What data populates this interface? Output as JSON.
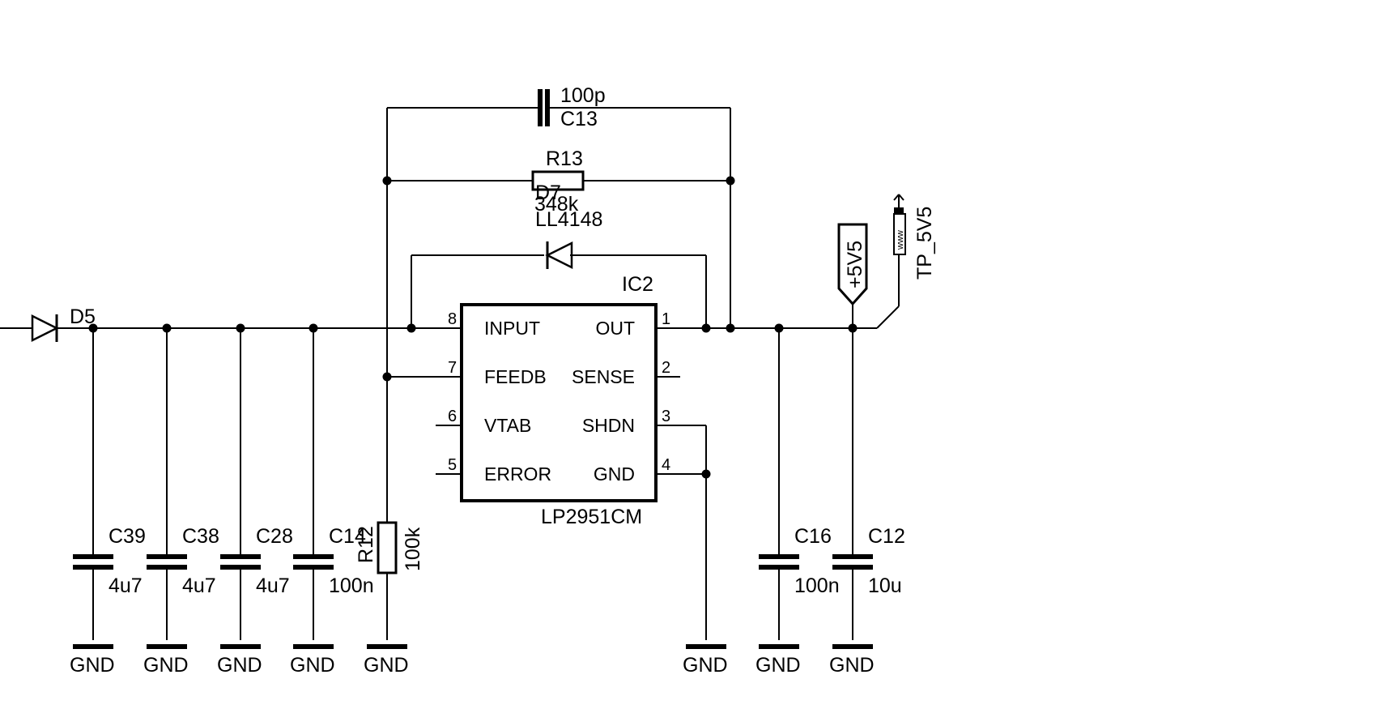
{
  "ic": {
    "ref": "IC2",
    "value": "LP2951CM",
    "pins": {
      "p8": {
        "num": "8",
        "name": "INPUT"
      },
      "p7": {
        "num": "7",
        "name": "FEEDB"
      },
      "p6": {
        "num": "6",
        "name": "VTAB"
      },
      "p5": {
        "num": "5",
        "name": "ERROR"
      },
      "p1": {
        "num": "1",
        "name": "OUT"
      },
      "p2": {
        "num": "2",
        "name": "SENSE"
      },
      "p3": {
        "num": "3",
        "name": "SHDN"
      },
      "p4": {
        "num": "4",
        "name": "GND"
      }
    }
  },
  "parts": {
    "c13": {
      "ref": "C13",
      "value": "100p"
    },
    "r13": {
      "ref": "R13",
      "value": "348k"
    },
    "d7": {
      "ref": "D7",
      "value": "LL4148"
    },
    "d5": {
      "ref": "D5"
    },
    "c39": {
      "ref": "C39",
      "value": "4u7"
    },
    "c38": {
      "ref": "C38",
      "value": "4u7"
    },
    "c28": {
      "ref": "C28",
      "value": "4u7"
    },
    "c14": {
      "ref": "C14",
      "value": "100n"
    },
    "r12": {
      "ref": "R12",
      "value": "100k"
    },
    "c16": {
      "ref": "C16",
      "value": "100n"
    },
    "c12": {
      "ref": "C12",
      "value": "10u"
    }
  },
  "nets": {
    "supply": "+5V5",
    "testpoint": "TP_5V5",
    "testpoint_marking": "www",
    "gnd": "GND"
  }
}
